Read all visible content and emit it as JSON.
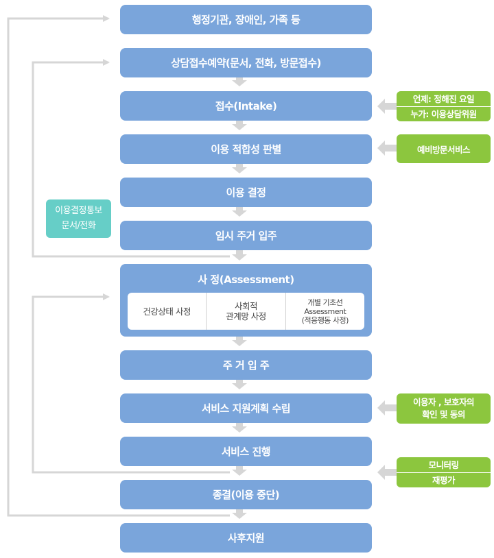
{
  "steps": [
    "행정기관, 장애인, 가족 등",
    "상담접수예약(문서, 전화, 방문접수)",
    "접수(Intake)",
    "이용 적합성 판별",
    "이용 결정",
    "임시 주거 입주",
    "사  정(Assessment)",
    "주 거 입 주",
    "서비스 지원계획 수립",
    "서비스 진행",
    "종결(이용 중단)",
    "사후지원"
  ],
  "assessment_items": [
    "건강상태 사정",
    "사회적\n관계망 사정",
    "개별 기초선\nAssessment\n(적응행동 사정)"
  ],
  "side_notes": {
    "intake_when": "언제: 정해진 요일",
    "intake_who": "누가: 이용상담위원",
    "prevention": "예비방문서비스",
    "consent": "이용자 , 보호자의\n확인 및 동의",
    "monitoring": "모니터링",
    "reevaluation": "재평가",
    "decision_notice_1": "이용결정통보",
    "decision_notice_2": "문서/전화"
  },
  "colors": {
    "step_fill": "#7aa5db",
    "green_note": "#8cc63e",
    "teal_note": "#66cec7",
    "arrow": "#d6d6d6"
  }
}
